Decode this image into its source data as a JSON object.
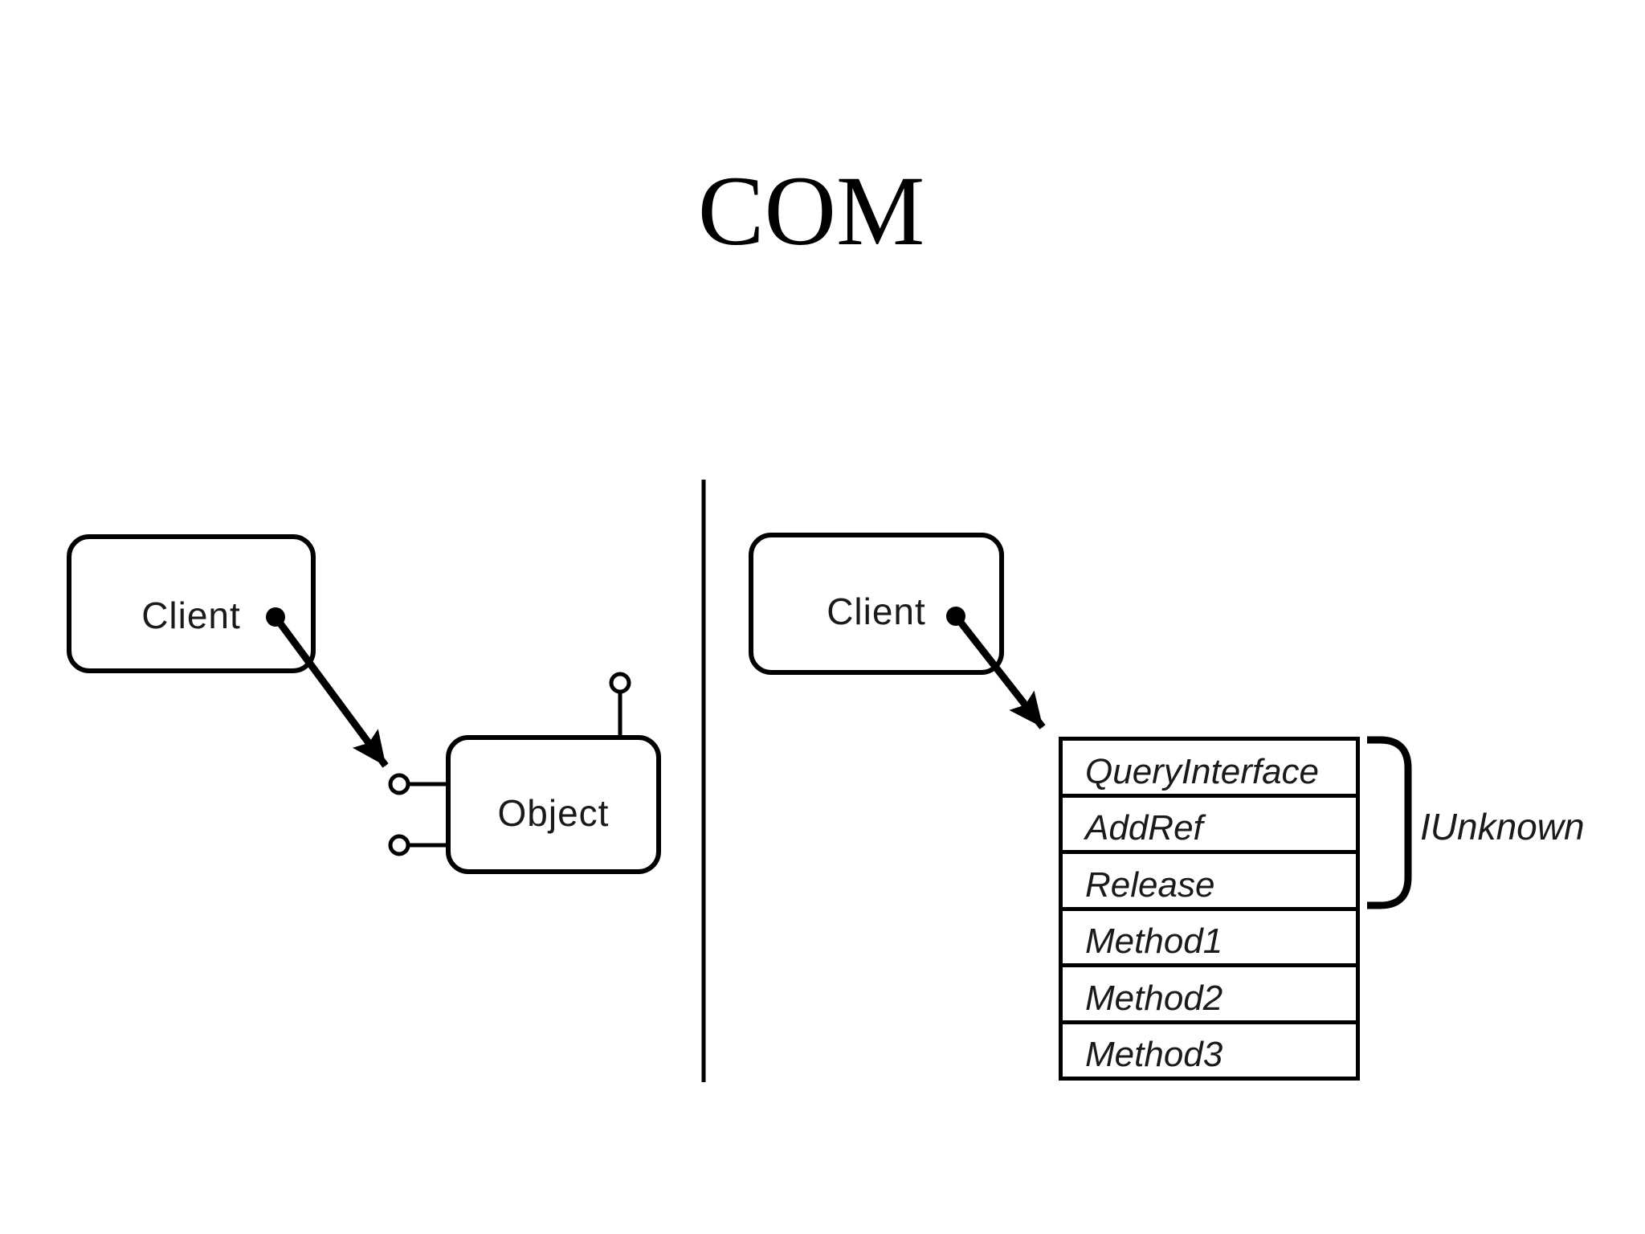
{
  "page": {
    "background_color": "#ffffff",
    "ink_color": "#000000"
  },
  "title": "COM",
  "left_panel": {
    "client_box_label": "Client",
    "object_box_label": "Object"
  },
  "right_panel": {
    "client_box_label": "Client",
    "vtable_rows": [
      "QueryInterface",
      "AddRef",
      "Release",
      "Method1",
      "Method2",
      "Method3"
    ],
    "interface_bracket_label": "IUnknown"
  }
}
